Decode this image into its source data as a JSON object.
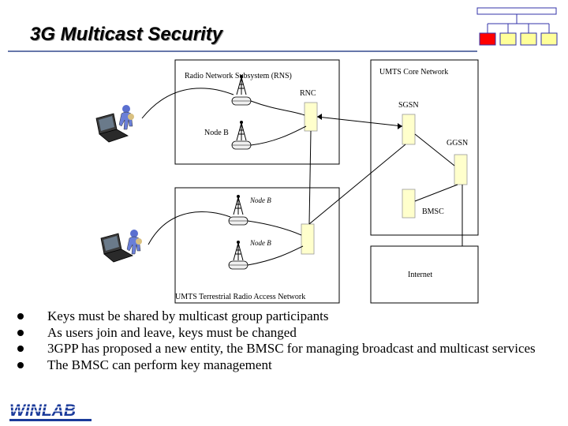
{
  "title": "3G Multicast Security",
  "nav": {
    "colors": {
      "active": "#ff0000",
      "inactive": "#ffff99",
      "line": "#3333aa"
    }
  },
  "diagram": {
    "rns_label": "Radio Network Subsystem (RNS)",
    "rnc_label": "RNC",
    "nodeb_label": "Node B",
    "core_label": "UMTS Core Network",
    "sgsn_label": "SGSN",
    "ggsn_label": "GGSN",
    "nodeb2_label": "Node B",
    "bmsc_label": "BMSC",
    "nodeb3_label": "Node B",
    "internet_label": "Internet",
    "utran_label": "UMTS Terrestrial Radio Access Network",
    "colors": {
      "node": "#ffffcc",
      "line": "#000000"
    }
  },
  "bullets": [
    "Keys must be shared by multicast group participants",
    "As users join and leave, keys must be changed",
    "3GPP has proposed a new entity, the BMSC for managing broadcast and multicast services",
    "The BMSC can perform key management"
  ],
  "logo": {
    "text": "WINLAB",
    "color": "#1a3a9a"
  }
}
